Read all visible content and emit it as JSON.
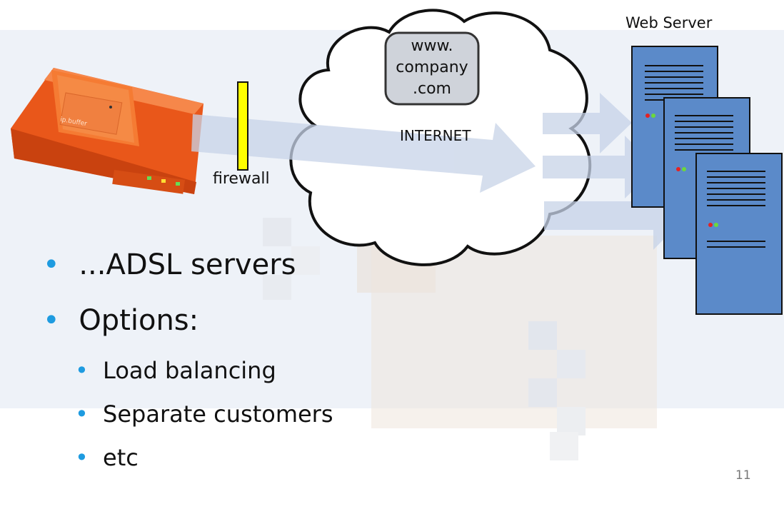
{
  "diagram": {
    "router_label": "ip.buffer",
    "firewall_label": "firewall",
    "cloud_box_lines": [
      "www.",
      "company",
      ".com"
    ],
    "internet_label": "INTERNET",
    "server_label": "Web Server"
  },
  "bullets": [
    {
      "text": "...ADSL servers",
      "level": 1
    },
    {
      "text": "Options:",
      "level": 1
    },
    {
      "text": "Load balancing",
      "level": 2
    },
    {
      "text": "Separate customers",
      "level": 2
    },
    {
      "text": "etc",
      "level": 2
    }
  ],
  "bullet_glyph": "•",
  "page_number": "11",
  "colors": {
    "accent": "#1e9be0",
    "firewall": "#ffff00",
    "server": "#5b8ac9",
    "router": "#f26a21",
    "arrow": "#c7d3e8"
  }
}
